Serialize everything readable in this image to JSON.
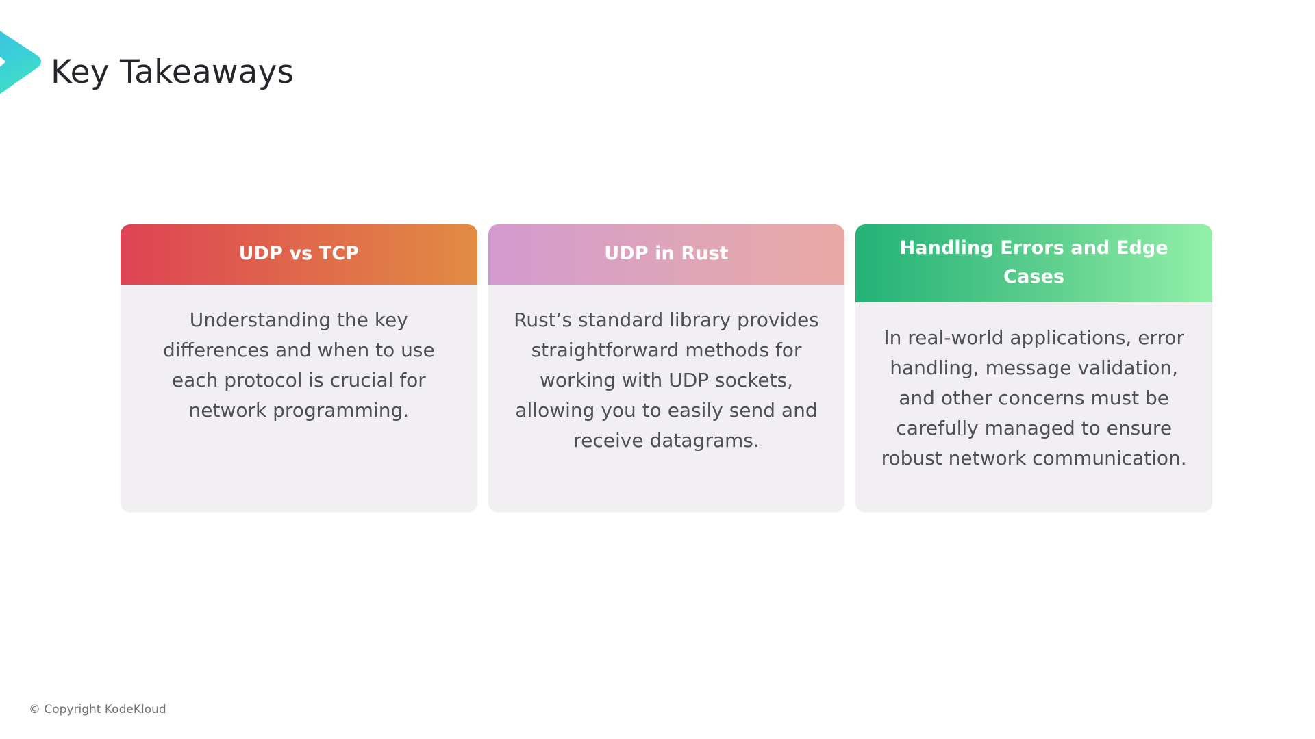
{
  "slide": {
    "title": "Key Takeaways",
    "logo_icon": "chevron-right-logo",
    "logo_gradient_from": "#3FB7E8",
    "logo_gradient_to": "#3BE0C8"
  },
  "cards": [
    {
      "id": "udp-vs-tcp",
      "title": "UDP vs TCP",
      "body": "Understanding the key differences and when to use each protocol is crucial for network programming.",
      "header_gradient_from": "#DE4354",
      "header_gradient_to": "#E18C43",
      "body_bg": "#F1EFF2",
      "title_color": "#FFFFFF",
      "body_color": "#4F5053"
    },
    {
      "id": "udp-in-rust",
      "title": "UDP in Rust",
      "body": "Rust’s standard library provides straightforward methods for working with UDP sockets, allowing you to easily send and receive datagrams.",
      "header_gradient_from": "#D39BD0",
      "header_gradient_to": "#E8A9A4",
      "body_bg": "#F1EFF2",
      "title_color": "#FFFFFF",
      "body_color": "#4F5053"
    },
    {
      "id": "handling-errors-and-edge-cases",
      "title": "Handling Errors and Edge Cases",
      "body": "In real-world applications, error handling, message validation, and other concerns must be carefully managed to ensure robust network communication.",
      "header_gradient_from": "#23B277",
      "header_gradient_to": "#93F0A9",
      "body_bg": "#F1EFF2",
      "title_color": "#FFFFFF",
      "body_color": "#4F5053"
    }
  ],
  "footer": {
    "copyright": "© Copyright KodeKloud"
  }
}
